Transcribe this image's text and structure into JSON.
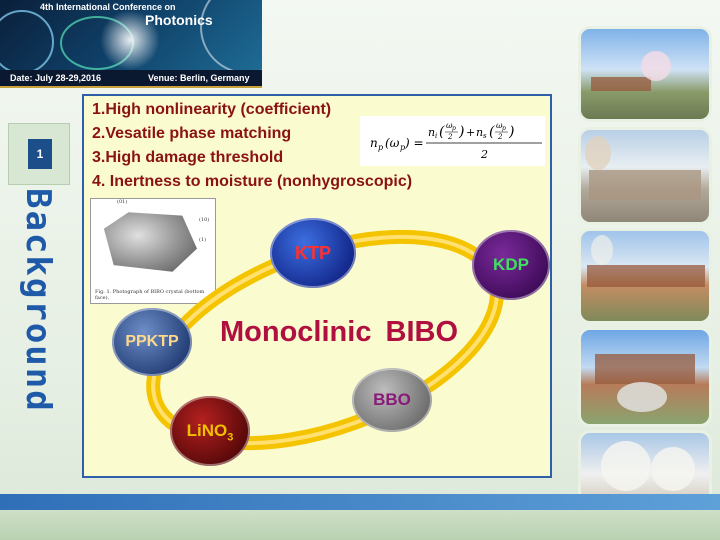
{
  "banner": {
    "headline": "4th International Conference on",
    "title": "Photonics",
    "date": "Date: July 28-29,2016",
    "venue": "Venue: Berlin, Germany"
  },
  "slide_number": "1",
  "heading": "Background",
  "properties": [
    "1.High nonlinearity (coefficient)",
    "2.Vesatile phase matching",
    "3.High damage threshold",
    "4. Inertness to moisture (nonhygroscopic)"
  ],
  "photo_caption": "Fig. 1. Photograph of BIBO crystal (bottom face).",
  "crystals": {
    "ktp": "KTP",
    "kdp": "KDP",
    "ppktp": "PPKTP",
    "bbo": "BBO",
    "lino_main": "LiNO",
    "lino_sub": "3",
    "center": "Monoclinic  BIBO"
  },
  "colors": {
    "accent_blue": "#2f5fa8",
    "text_red": "#8a1212",
    "ellipse": "#f5c400"
  }
}
